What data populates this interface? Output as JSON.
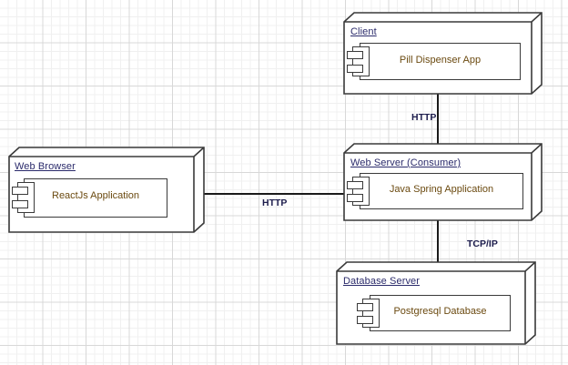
{
  "diagram": {
    "type": "uml-deployment-diagram",
    "background": "graph-paper-grid",
    "grid_minor_color": "#f0f0f0",
    "grid_major_color": "#d8d8d8",
    "node_border_color": "#3a3a3a",
    "node_title_color": "#2b2b6b",
    "component_label_color": "#6b4a10",
    "connector_color": "#1a1a1a"
  },
  "nodes": [
    {
      "id": "client",
      "title": "Client",
      "component": "Pill Dispenser App"
    },
    {
      "id": "web-browser",
      "title": "Web Browser",
      "component": "ReactJs Application"
    },
    {
      "id": "web-server",
      "title": "Web Server (Consumer)",
      "component": "Java Spring Application"
    },
    {
      "id": "database-server",
      "title": "Database Server",
      "component": "Postgresql Database"
    }
  ],
  "connections": [
    {
      "id": "client-to-web-server",
      "label": "HTTP",
      "from": "client",
      "to": "web-server",
      "orientation": "vertical"
    },
    {
      "id": "web-browser-to-web-server",
      "label": "HTTP",
      "from": "web-browser",
      "to": "web-server",
      "orientation": "horizontal"
    },
    {
      "id": "web-server-to-database-server",
      "label": "TCP/IP",
      "from": "web-server",
      "to": "database-server",
      "orientation": "vertical"
    }
  ]
}
